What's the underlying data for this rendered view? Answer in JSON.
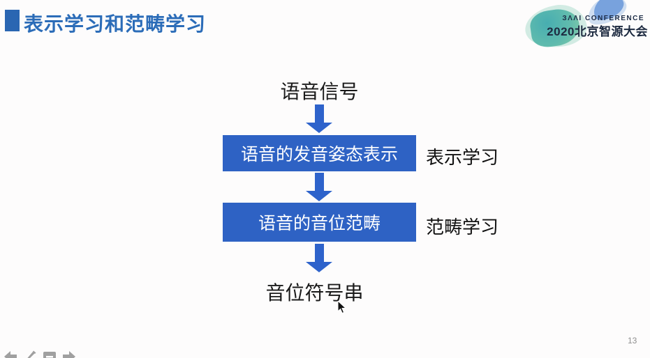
{
  "slide": {
    "title": "表示学习和范畴学习",
    "page_number": "13"
  },
  "logo": {
    "line1": "ЗΛΛI CONFERENCE",
    "line2": "2020北京智源大会"
  },
  "diagram": {
    "input_label": "语音信号",
    "steps": [
      {
        "box": "语音的发音姿态表示",
        "side_label": "表示学习"
      },
      {
        "box": "语音的音位范畴",
        "side_label": "范畴学习"
      }
    ],
    "output_label": "音位符号串"
  },
  "colors": {
    "title_blue": "#2b6cb8",
    "box_blue": "#2e62c4",
    "arrow_blue": "#2e63cb",
    "logo_teal": "#4bb2a4",
    "logo_navy": "#1d2a40",
    "toolbar_gray": "#a0a0a0",
    "page_number_gray": "#8f8f8f"
  }
}
